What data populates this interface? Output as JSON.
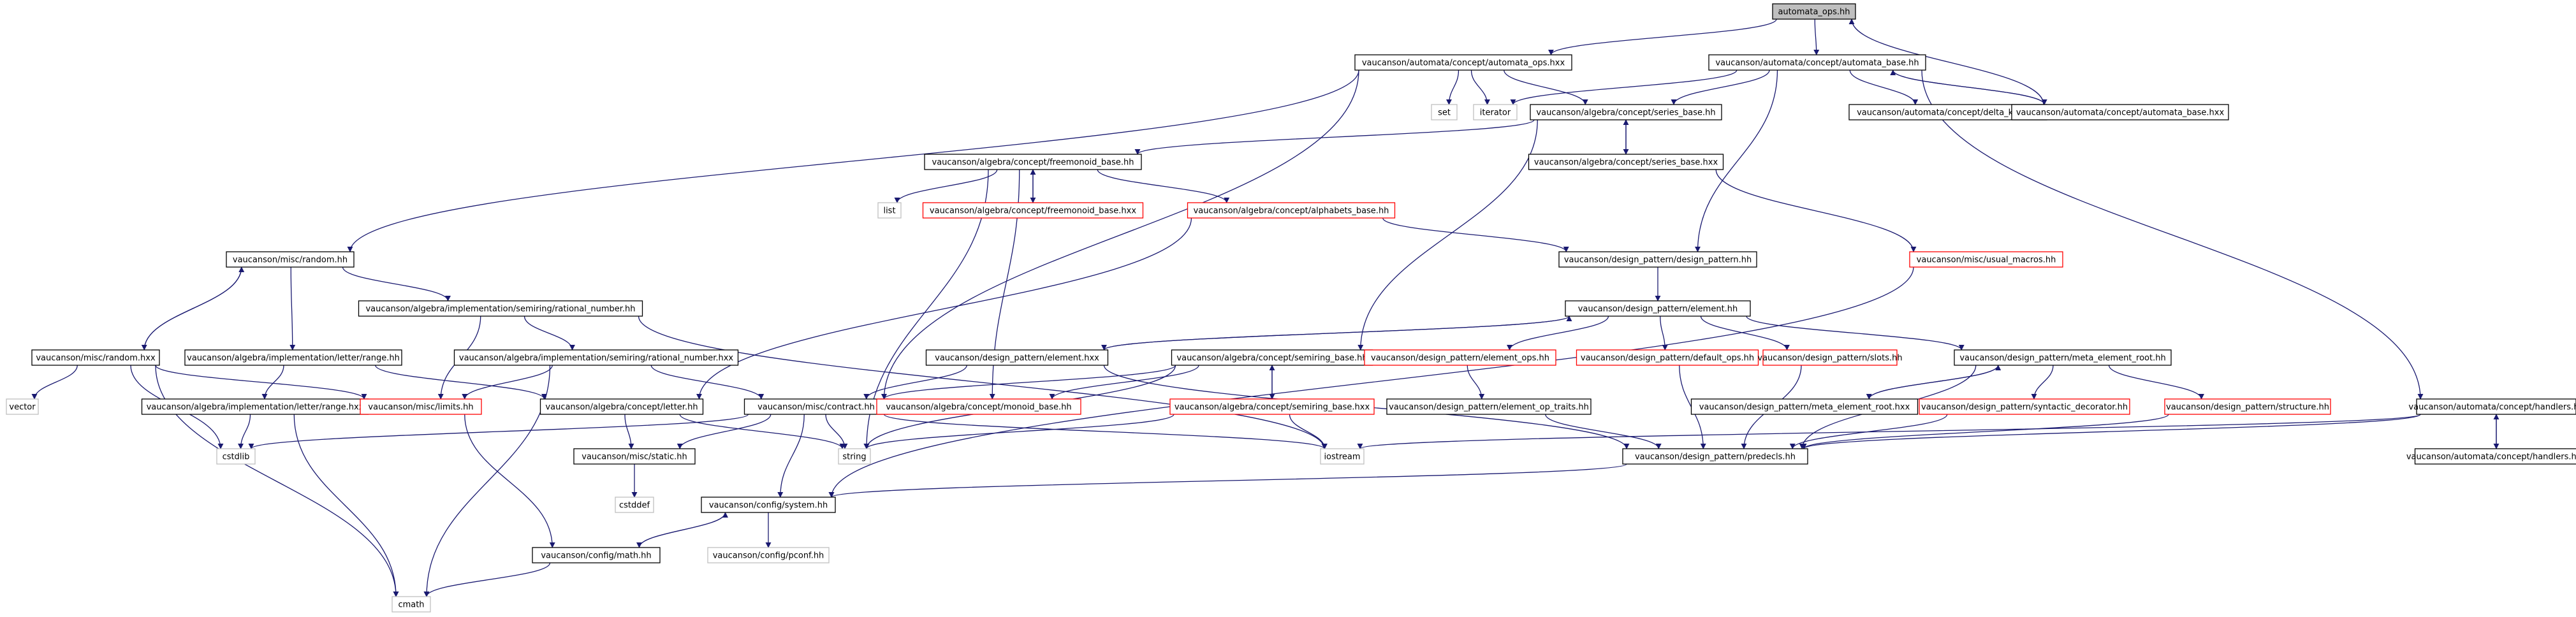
{
  "colors": {
    "edge": "#191970",
    "box_normal": "#000000",
    "box_missing": "#ff0000",
    "box_external": "#bfbfbf",
    "root_fill": "#bfbfbf",
    "node_fill": "#ffffff"
  },
  "nodes": [
    {
      "id": "n_root",
      "label": "automata_ops.hh",
      "kind": "root"
    },
    {
      "id": "n_ops_hxx",
      "label": "vaucanson/automata/concept/automata_ops.hxx",
      "kind": "normal"
    },
    {
      "id": "n_auto_base",
      "label": "vaucanson/automata/concept/automata_base.hh",
      "kind": "normal"
    },
    {
      "id": "n_set",
      "label": "set",
      "kind": "external"
    },
    {
      "id": "n_iterator",
      "label": "iterator",
      "kind": "external"
    },
    {
      "id": "n_series_base",
      "label": "vaucanson/algebra/concept/series_base.hh",
      "kind": "normal"
    },
    {
      "id": "n_delta_kind",
      "label": "vaucanson/automata/concept/delta_kind.hh",
      "kind": "normal"
    },
    {
      "id": "n_auto_base_hxx",
      "label": "vaucanson/automata/concept/automata_base.hxx",
      "kind": "normal"
    },
    {
      "id": "n_freemonoid",
      "label": "vaucanson/algebra/concept/freemonoid_base.hh",
      "kind": "normal"
    },
    {
      "id": "n_series_base_hxx",
      "label": "vaucanson/algebra/concept/series_base.hxx",
      "kind": "normal"
    },
    {
      "id": "n_list",
      "label": "list",
      "kind": "external"
    },
    {
      "id": "n_freemonoid_hxx",
      "label": "vaucanson/algebra/concept/freemonoid_base.hxx",
      "kind": "missing"
    },
    {
      "id": "n_alphabets",
      "label": "vaucanson/algebra/concept/alphabets_base.hh",
      "kind": "missing"
    },
    {
      "id": "n_design_pattern",
      "label": "vaucanson/design_pattern/design_pattern.hh",
      "kind": "normal"
    },
    {
      "id": "n_usual_macros",
      "label": "vaucanson/misc/usual_macros.hh",
      "kind": "missing"
    },
    {
      "id": "n_random",
      "label": "vaucanson/misc/random.hh",
      "kind": "normal"
    },
    {
      "id": "n_rational_number",
      "label": "vaucanson/algebra/implementation/semiring/rational_number.hh",
      "kind": "normal"
    },
    {
      "id": "n_element",
      "label": "vaucanson/design_pattern/element.hh",
      "kind": "normal"
    },
    {
      "id": "n_random_hxx",
      "label": "vaucanson/misc/random.hxx",
      "kind": "normal"
    },
    {
      "id": "n_letter_range",
      "label": "vaucanson/algebra/implementation/letter/range.hh",
      "kind": "normal"
    },
    {
      "id": "n_rational_number_hxx",
      "label": "vaucanson/algebra/implementation/semiring/rational_number.hxx",
      "kind": "normal"
    },
    {
      "id": "n_element_hxx",
      "label": "vaucanson/design_pattern/element.hxx",
      "kind": "normal"
    },
    {
      "id": "n_semiring_base",
      "label": "vaucanson/algebra/concept/semiring_base.hh",
      "kind": "normal"
    },
    {
      "id": "n_element_ops",
      "label": "vaucanson/design_pattern/element_ops.hh",
      "kind": "missing"
    },
    {
      "id": "n_default_ops",
      "label": "vaucanson/design_pattern/default_ops.hh",
      "kind": "missing"
    },
    {
      "id": "n_slots",
      "label": "vaucanson/design_pattern/slots.hh",
      "kind": "missing"
    },
    {
      "id": "n_meta_element_root",
      "label": "vaucanson/design_pattern/meta_element_root.hh",
      "kind": "normal"
    },
    {
      "id": "n_vector",
      "label": "vector",
      "kind": "external"
    },
    {
      "id": "n_letter_range_hxx",
      "label": "vaucanson/algebra/implementation/letter/range.hxx",
      "kind": "normal"
    },
    {
      "id": "n_limits",
      "label": "vaucanson/misc/limits.hh",
      "kind": "missing"
    },
    {
      "id": "n_letter",
      "label": "vaucanson/algebra/concept/letter.hh",
      "kind": "normal"
    },
    {
      "id": "n_contract",
      "label": "vaucanson/misc/contract.hh",
      "kind": "normal"
    },
    {
      "id": "n_monoid_base",
      "label": "vaucanson/algebra/concept/monoid_base.hh",
      "kind": "missing"
    },
    {
      "id": "n_semiring_base_hxx",
      "label": "vaucanson/algebra/concept/semiring_base.hxx",
      "kind": "missing"
    },
    {
      "id": "n_element_op_traits",
      "label": "vaucanson/design_pattern/element_op_traits.hh",
      "kind": "normal"
    },
    {
      "id": "n_meta_element_root_hxx",
      "label": "vaucanson/design_pattern/meta_element_root.hxx",
      "kind": "normal"
    },
    {
      "id": "n_syntactic_decorator",
      "label": "vaucanson/design_pattern/syntactic_decorator.hh",
      "kind": "missing"
    },
    {
      "id": "n_structure",
      "label": "vaucanson/design_pattern/structure.hh",
      "kind": "missing"
    },
    {
      "id": "n_handlers",
      "label": "vaucanson/automata/concept/handlers.hh",
      "kind": "normal"
    },
    {
      "id": "n_cstdlib",
      "label": "cstdlib",
      "kind": "external"
    },
    {
      "id": "n_static",
      "label": "vaucanson/misc/static.hh",
      "kind": "normal"
    },
    {
      "id": "n_string",
      "label": "string",
      "kind": "external"
    },
    {
      "id": "n_iostream",
      "label": "iostream",
      "kind": "external"
    },
    {
      "id": "n_predecls",
      "label": "vaucanson/design_pattern/predecls.hh",
      "kind": "normal"
    },
    {
      "id": "n_handlers_hxx",
      "label": "vaucanson/automata/concept/handlers.hxx",
      "kind": "normal"
    },
    {
      "id": "n_cstddef",
      "label": "cstddef",
      "kind": "external"
    },
    {
      "id": "n_system",
      "label": "vaucanson/config/system.hh",
      "kind": "normal"
    },
    {
      "id": "n_pconf",
      "label": "vaucanson/config/pconf.hh",
      "kind": "external"
    },
    {
      "id": "n_math",
      "label": "vaucanson/config/math.hh",
      "kind": "normal"
    },
    {
      "id": "n_cmath",
      "label": "cmath",
      "kind": "external"
    }
  ],
  "edges": [
    [
      "n_root",
      "n_ops_hxx"
    ],
    [
      "n_root",
      "n_auto_base"
    ],
    [
      "n_auto_base_hxx",
      "n_root"
    ],
    [
      "n_ops_hxx",
      "n_set"
    ],
    [
      "n_ops_hxx",
      "n_iterator"
    ],
    [
      "n_ops_hxx",
      "n_series_base"
    ],
    [
      "n_ops_hxx",
      "n_random"
    ],
    [
      "n_ops_hxx",
      "n_contract"
    ],
    [
      "n_auto_base",
      "n_iterator"
    ],
    [
      "n_auto_base",
      "n_series_base"
    ],
    [
      "n_auto_base",
      "n_delta_kind"
    ],
    [
      "n_auto_base",
      "n_auto_base_hxx"
    ],
    [
      "n_auto_base",
      "n_design_pattern"
    ],
    [
      "n_auto_base",
      "n_handlers"
    ],
    [
      "n_auto_base_hxx",
      "n_auto_base"
    ],
    [
      "n_series_base",
      "n_freemonoid"
    ],
    [
      "n_series_base",
      "n_series_base_hxx"
    ],
    [
      "n_series_base",
      "n_semiring_base"
    ],
    [
      "n_series_base_hxx",
      "n_series_base"
    ],
    [
      "n_series_base_hxx",
      "n_usual_macros"
    ],
    [
      "n_freemonoid",
      "n_list"
    ],
    [
      "n_freemonoid",
      "n_freemonoid_hxx"
    ],
    [
      "n_freemonoid",
      "n_alphabets"
    ],
    [
      "n_freemonoid",
      "n_string"
    ],
    [
      "n_freemonoid",
      "n_monoid_base"
    ],
    [
      "n_freemonoid_hxx",
      "n_freemonoid"
    ],
    [
      "n_alphabets",
      "n_design_pattern"
    ],
    [
      "n_alphabets",
      "n_letter"
    ],
    [
      "n_design_pattern",
      "n_element"
    ],
    [
      "n_usual_macros",
      "n_system"
    ],
    [
      "n_random",
      "n_random_hxx"
    ],
    [
      "n_random",
      "n_letter_range"
    ],
    [
      "n_random",
      "n_rational_number"
    ],
    [
      "n_random_hxx",
      "n_random"
    ],
    [
      "n_random_hxx",
      "n_vector"
    ],
    [
      "n_random_hxx",
      "n_cstdlib"
    ],
    [
      "n_random_hxx",
      "n_limits"
    ],
    [
      "n_random_hxx",
      "n_cmath"
    ],
    [
      "n_rational_number",
      "n_rational_number_hxx"
    ],
    [
      "n_rational_number",
      "n_limits"
    ],
    [
      "n_rational_number",
      "n_iostream"
    ],
    [
      "n_rational_number_hxx",
      "n_limits"
    ],
    [
      "n_rational_number_hxx",
      "n_contract"
    ],
    [
      "n_rational_number_hxx",
      "n_cmath"
    ],
    [
      "n_letter_range",
      "n_letter_range_hxx"
    ],
    [
      "n_letter_range",
      "n_letter"
    ],
    [
      "n_letter_range_hxx",
      "n_cstdlib"
    ],
    [
      "n_letter_range_hxx",
      "n_cmath"
    ],
    [
      "n_element",
      "n_element_hxx"
    ],
    [
      "n_element",
      "n_element_ops"
    ],
    [
      "n_element",
      "n_default_ops"
    ],
    [
      "n_element",
      "n_slots"
    ],
    [
      "n_element",
      "n_meta_element_root"
    ],
    [
      "n_element_hxx",
      "n_element"
    ],
    [
      "n_element_hxx",
      "n_contract"
    ],
    [
      "n_element_hxx",
      "n_predecls"
    ],
    [
      "n_semiring_base",
      "n_semiring_base_hxx"
    ],
    [
      "n_semiring_base",
      "n_monoid_base"
    ],
    [
      "n_semiring_base",
      "n_string"
    ],
    [
      "n_semiring_base",
      "n_contract"
    ],
    [
      "n_semiring_base_hxx",
      "n_semiring_base"
    ],
    [
      "n_semiring_base_hxx",
      "n_string"
    ],
    [
      "n_semiring_base_hxx",
      "n_iostream"
    ],
    [
      "n_element_ops",
      "n_element_op_traits"
    ],
    [
      "n_element_op_traits",
      "n_predecls"
    ],
    [
      "n_default_ops",
      "n_predecls"
    ],
    [
      "n_slots",
      "n_predecls"
    ],
    [
      "n_meta_element_root",
      "n_meta_element_root_hxx"
    ],
    [
      "n_meta_element_root",
      "n_syntactic_decorator"
    ],
    [
      "n_meta_element_root",
      "n_structure"
    ],
    [
      "n_meta_element_root",
      "n_predecls"
    ],
    [
      "n_meta_element_root_hxx",
      "n_meta_element_root"
    ],
    [
      "n_syntactic_decorator",
      "n_predecls"
    ],
    [
      "n_structure",
      "n_predecls"
    ],
    [
      "n_handlers",
      "n_handlers_hxx"
    ],
    [
      "n_handlers",
      "n_iostream"
    ],
    [
      "n_handlers",
      "n_predecls"
    ],
    [
      "n_handlers_hxx",
      "n_handlers"
    ],
    [
      "n_letter",
      "n_static"
    ],
    [
      "n_letter",
      "n_string"
    ],
    [
      "n_contract",
      "n_cstdlib"
    ],
    [
      "n_contract",
      "n_static"
    ],
    [
      "n_contract",
      "n_string"
    ],
    [
      "n_contract",
      "n_iostream"
    ],
    [
      "n_contract",
      "n_system"
    ],
    [
      "n_static",
      "n_cstddef"
    ],
    [
      "n_limits",
      "n_math"
    ],
    [
      "n_predecls",
      "n_system"
    ],
    [
      "n_system",
      "n_pconf"
    ],
    [
      "n_system",
      "n_math"
    ],
    [
      "n_math",
      "n_system"
    ],
    [
      "n_math",
      "n_cmath"
    ]
  ]
}
